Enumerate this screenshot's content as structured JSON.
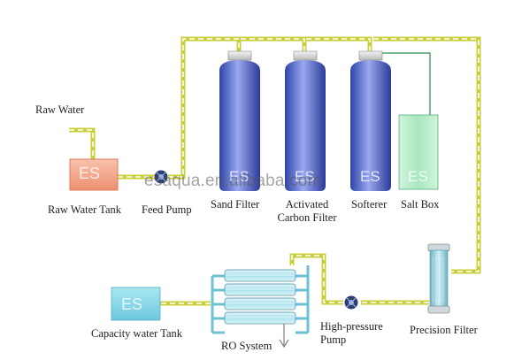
{
  "labels": {
    "raw_water": "Raw Water",
    "raw_water_tank": "Raw Water Tank",
    "feed_pump": "Feed Pump",
    "sand_filter": "Sand Filter",
    "activated_carbon_line1": "Activated",
    "activated_carbon_line2": "Carbon Filter",
    "softener": "Softerer",
    "salt_box": "Salt Box",
    "precision_filter": "Precision Filter",
    "high_pressure_line1": "High-pressure",
    "high_pressure_line2": "Pump",
    "ro_system": "RO System",
    "capacity_water_tank": "Capacity water Tank"
  },
  "brand": {
    "tank_mark": "ES",
    "watermark": "esaqua.en.alibaba.com"
  },
  "colors": {
    "pipe": "#c9cf3a",
    "tank_blue": "#4a63c8",
    "raw_tank": "#f1a48a",
    "salt_box": "#b8eacb",
    "capacity_tank": "#8fd8e6",
    "pump": "#2b3f73",
    "precision_filter": "#8cc5d2"
  }
}
